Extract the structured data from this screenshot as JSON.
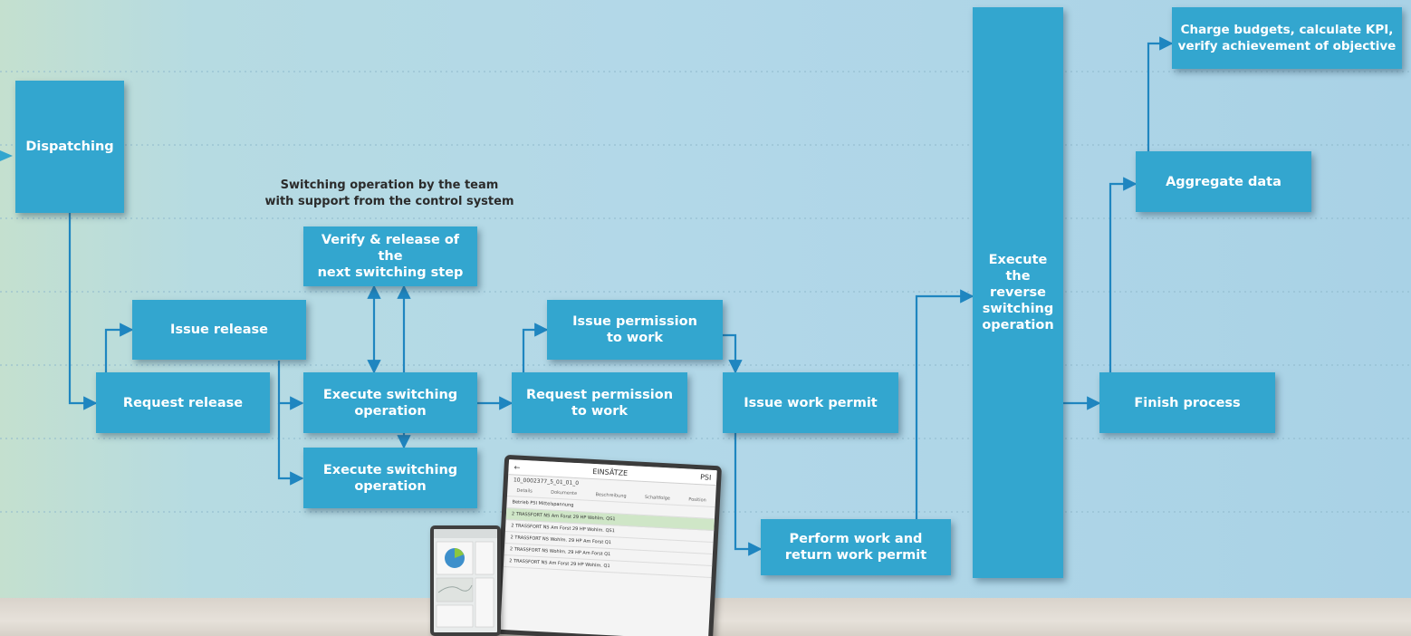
{
  "diagram": {
    "caption": "Switching operation by the team\nwith support from the control system",
    "boxes": {
      "dispatching": "Dispatching",
      "issue_release": "Issue release",
      "request_release": "Request release",
      "verify_release": "Verify & release of the\nnext switching step",
      "execute_switching_1": "Execute switching\noperation",
      "execute_switching_2": "Execute switching\noperation",
      "issue_permission": "Issue permission\nto work",
      "request_permission": "Request permission\nto work",
      "issue_work_permit": "Issue work permit",
      "perform_work": "Perform work and\nreturn work permit",
      "reverse_switching": "Execute\nthe\nreverse\nswitching\noperation",
      "finish_process": "Finish process",
      "aggregate_data": "Aggregate data",
      "charge_budgets": "Charge budgets, calculate KPI,\nverify achievement of objective"
    },
    "colors": {
      "box": "#33a6cf",
      "arrow": "#1f86c0",
      "guide": "#8fb9cc"
    }
  },
  "tablet": {
    "title": "EINSÄTZE",
    "brand": "PSI",
    "record_id": "10_0002377_5_01_01_0",
    "tabs": [
      "Details",
      "Dokumente",
      "Beschreibung",
      "Schaltfolge",
      "Position"
    ],
    "rows": [
      "Betrieb PSI Mittelspannung",
      "2 TRASSFORT NS Am Forst 29 HP Wohlm. QS1",
      "2 TRASSFORT NS Am Forst 29 HP Wohlm. QS1",
      "2 TRASSFORT NS Wohlm. 29 HP Am Forst Q1",
      "2 TRASSFORT NS Wohlm. 29 HP Am Forst Q1",
      "2 TRASSFORT NS Am Forst 29 HP Wohlm. Q1"
    ]
  }
}
